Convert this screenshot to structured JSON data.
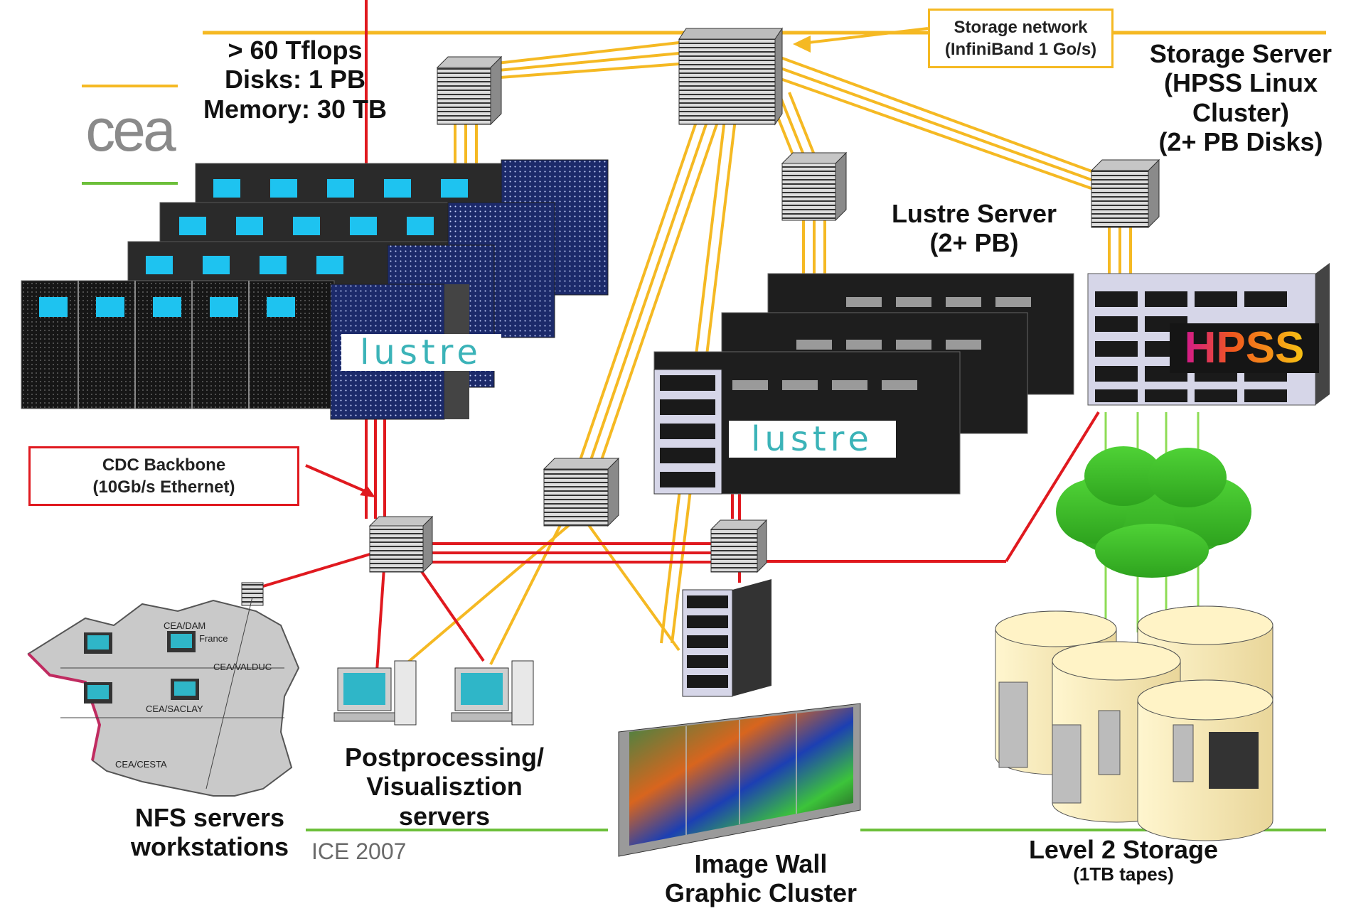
{
  "labels": {
    "compute_specs": "> 60 Tflops",
    "disks": "Disks: 1 PB",
    "memory": "Memory: 30 TB",
    "storage_network_title": "Storage network",
    "storage_network_sub": "(InfiniBand 1 Go/s)",
    "storage_server_l1": "Storage Server",
    "storage_server_l2": "(HPSS Linux",
    "storage_server_l3": "Cluster)",
    "storage_server_l4": "(2+ PB Disks)",
    "lustre_server_l1": "Lustre Server",
    "lustre_server_l2": "(2+ PB)",
    "cdc_backbone_title": "CDC Backbone",
    "cdc_backbone_sub": "(10Gb/s Ethernet)",
    "postprocessing_l1": "Postprocessing/",
    "postprocessing_l2": "Visualisztion",
    "postprocessing_l3": "servers",
    "nfs_l1": "NFS servers",
    "nfs_l2": "workstations",
    "event_footer": "ICE 2007",
    "image_wall_l1": "Image Wall",
    "image_wall_l2": "Graphic Cluster",
    "level2_l1": "Level 2 Storage",
    "level2_l2": "(1TB tapes)"
  },
  "logos": {
    "brand_text": "cea",
    "lustre_text": "lustre",
    "hpss_text": "HPSS"
  },
  "map": {
    "site_1": "CEA/DAM",
    "site_1b": "France",
    "site_2": "CEA/VALDUC",
    "site_3": "CEA/SACLAY",
    "site_4": "CEA/CESTA"
  },
  "colors": {
    "storage_link": "#f5b923",
    "backbone_link": "#e0191f",
    "tape_link": "#8edc55",
    "accent_green": "#6cbf3a",
    "screen_blue": "#1ec3f0",
    "rack_dark": "#1e1e1e"
  }
}
